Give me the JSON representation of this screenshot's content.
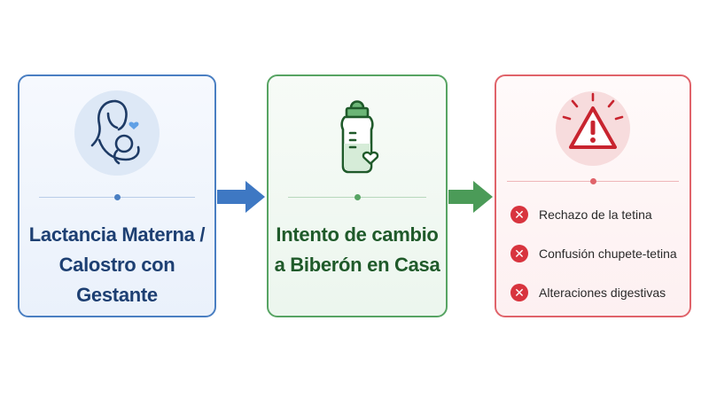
{
  "cards": [
    {
      "title_line1": "Lactancia Materna /",
      "title_line2": "Calostro con Gestante",
      "icon": "mother-nursing-baby-icon",
      "accent": "#4a7fc2"
    },
    {
      "title_line1": "Intento de cambio",
      "title_line2": "a Biberón en Casa",
      "icon": "baby-bottle-heart-icon",
      "accent": "#57a463"
    },
    {
      "icon": "warning-triangle-icon",
      "accent": "#e0636a",
      "issues": [
        "Rechazo de la tetina",
        "Confusión chupete-tetina",
        "Alteraciones digestivas"
      ]
    }
  ],
  "arrows": [
    {
      "color": "#3e78c3"
    },
    {
      "color": "#4b9b58"
    }
  ]
}
